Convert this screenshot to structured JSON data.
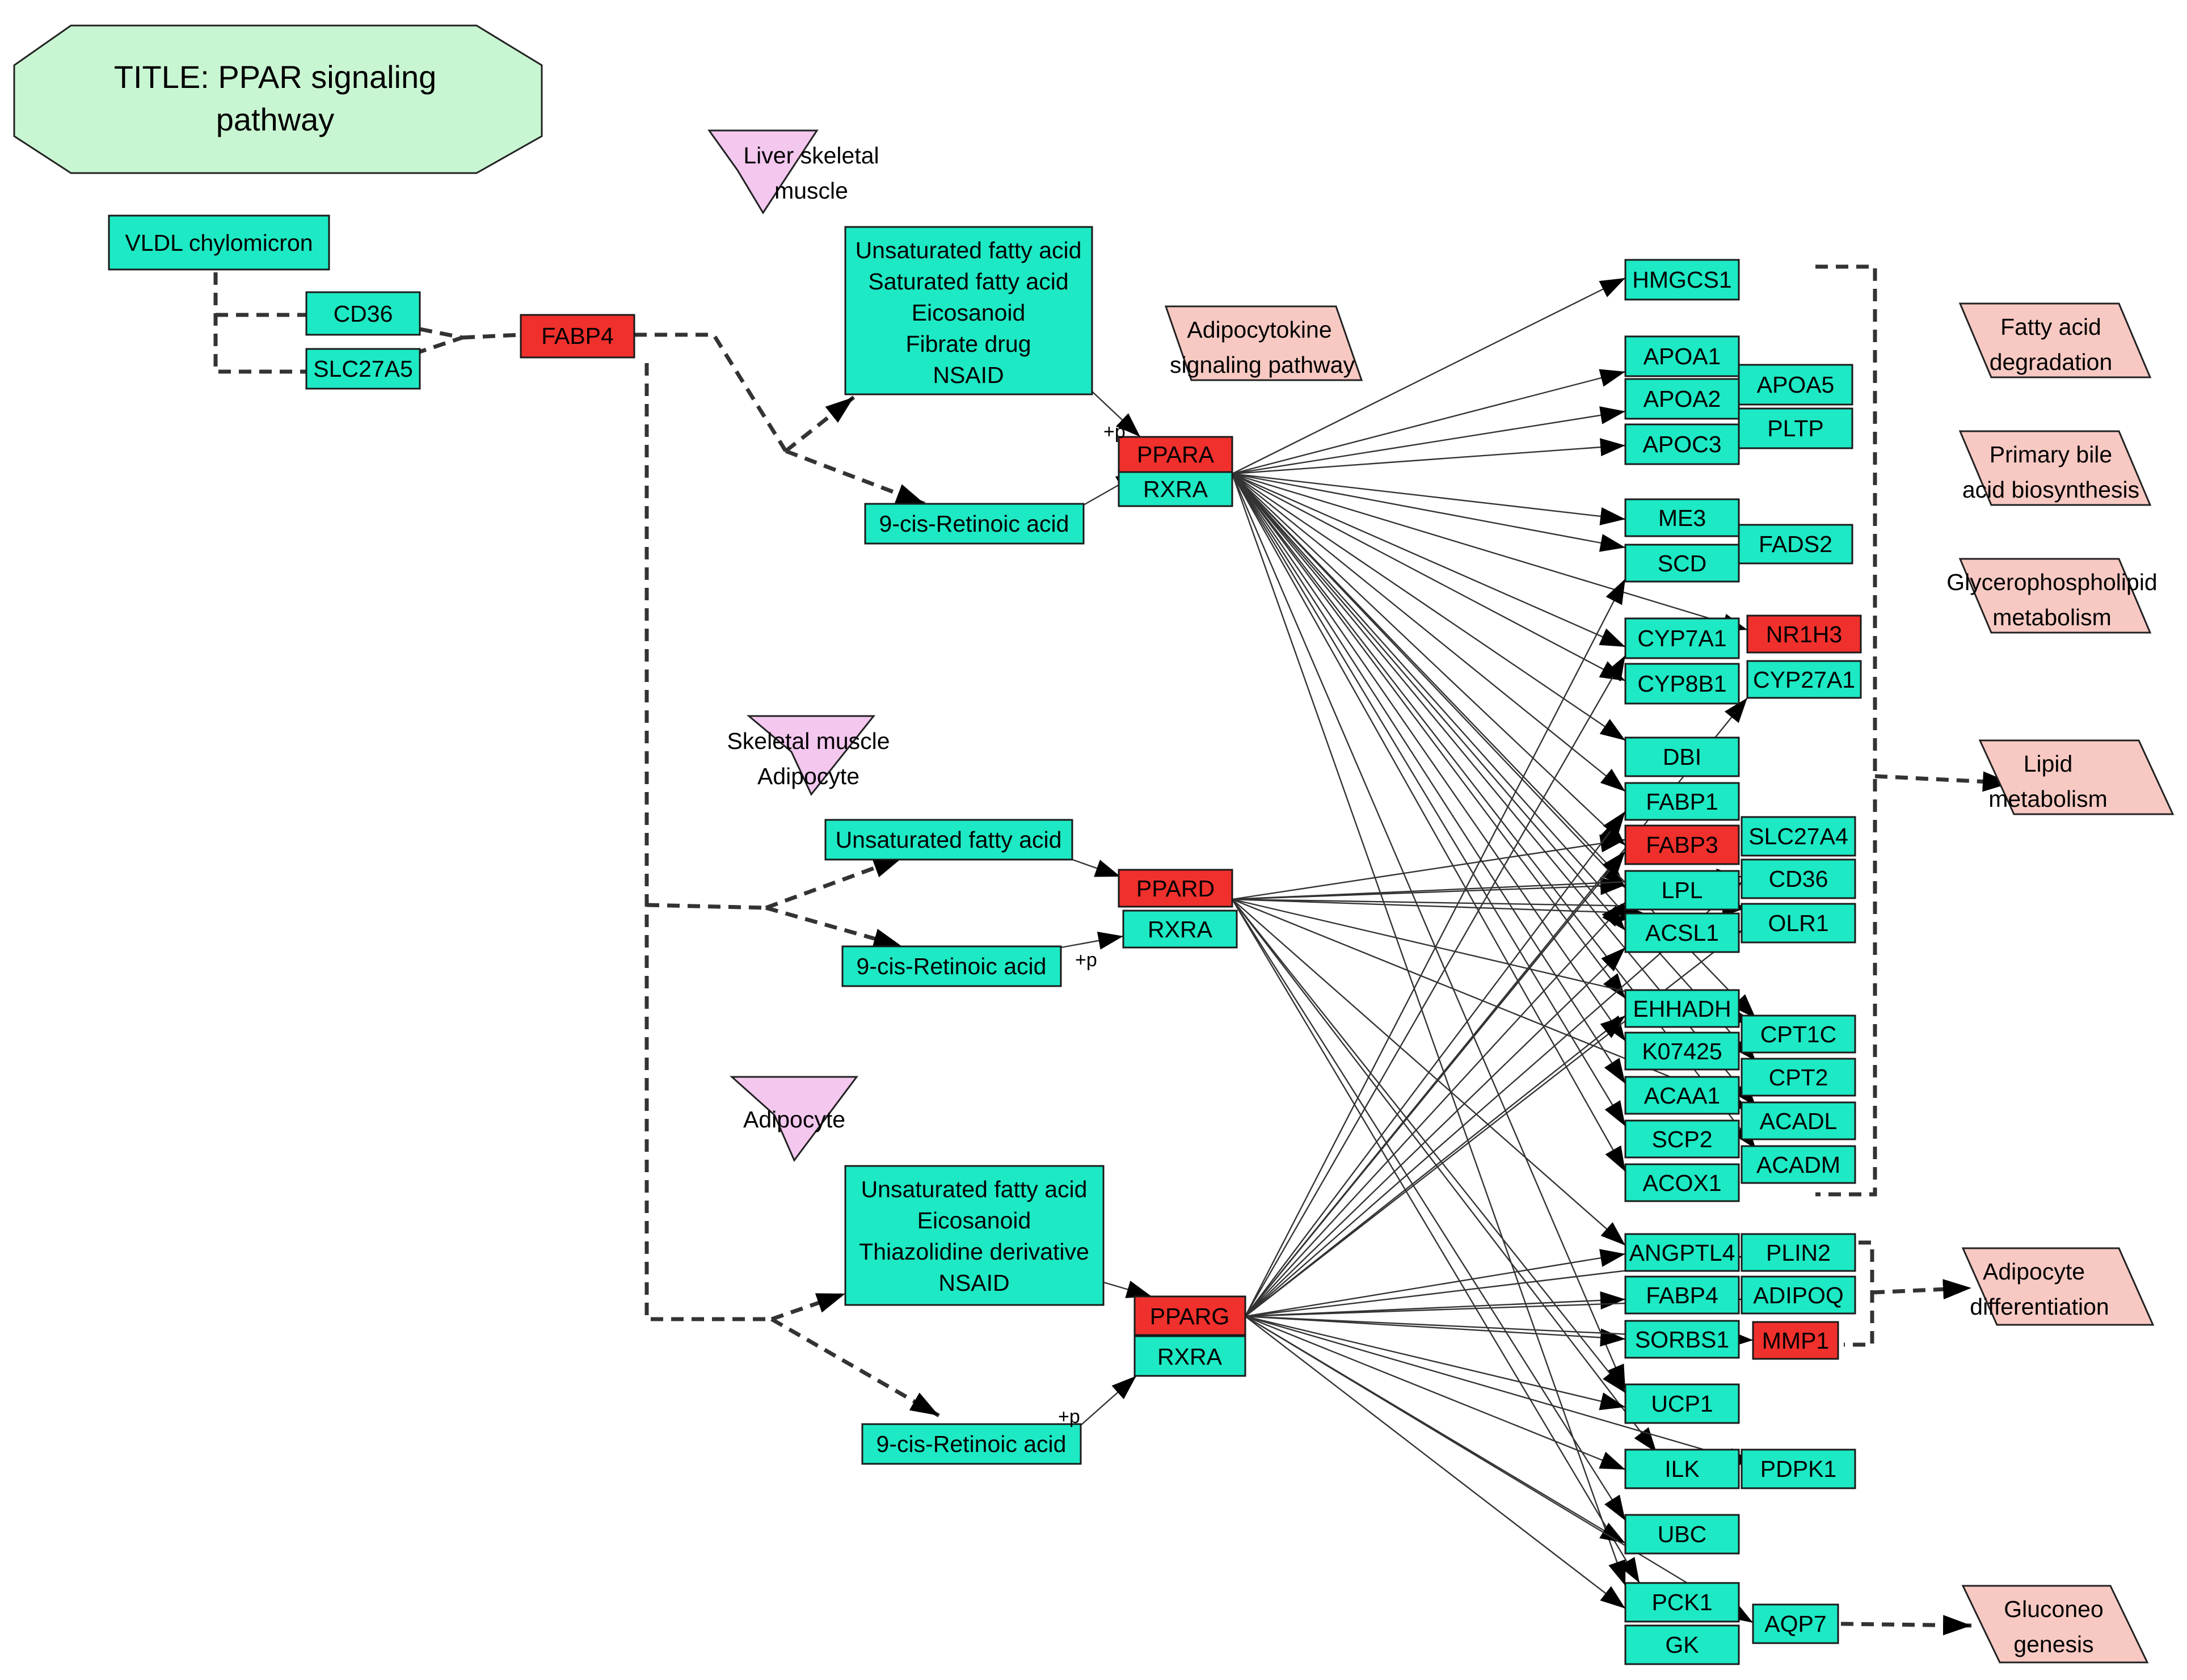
{
  "title": {
    "line1": "TITLE: PPAR signaling",
    "line2": "pathway"
  },
  "colors": {
    "gene": "#1de9c4",
    "highlight": "#f0302c",
    "tissue": "#f4c7ef",
    "pathway": "#f8c9c3",
    "title_fill": "#c8f6d2",
    "edge": "#333333"
  },
  "tissues": {
    "liver": {
      "line1": "Liver skeletal",
      "line2": "muscle"
    },
    "skeletal": {
      "line1": "Skeletal muscle",
      "line2": "Adipocyte"
    },
    "adipocyte": {
      "line1": "Adipocyte"
    }
  },
  "ligands": {
    "ppara": [
      "Unsaturated fatty acid",
      "Saturated fatty acid",
      "Eicosanoid",
      "Fibrate drug",
      "NSAID"
    ],
    "ppard": "Unsaturated fatty acid",
    "pparg": [
      "Unsaturated fatty acid",
      "Eicosanoid",
      "Thiazolidine derivative",
      "NSAID"
    ]
  },
  "modifiers": {
    "p1": "+p",
    "p2": "+p",
    "p3": "+p"
  },
  "genes": {
    "vldl": "VLDL chylomicron",
    "cd36_top": "CD36",
    "slc27a5": "SLC27A5",
    "fabp4_top": "FABP4",
    "ra1": "9-cis-Retinoic acid",
    "ra2": "9-cis-Retinoic acid",
    "ra3": "9-cis-Retinoic acid",
    "ppara": "PPARA",
    "rxra1": "RXRA",
    "ppard": "PPARD",
    "rxra2": "RXRA",
    "pparg": "PPARG",
    "rxra3": "RXRA",
    "hmgcs1": "HMGCS1",
    "apoa1": "APOA1",
    "apoa2": "APOA2",
    "apoc3": "APOC3",
    "apoa5": "APOA5",
    "pltp": "PLTP",
    "me3": "ME3",
    "scd": "SCD",
    "fads2": "FADS2",
    "cyp7a1": "CYP7A1",
    "nr1h3": "NR1H3",
    "cyp8b1": "CYP8B1",
    "cyp27a1": "CYP27A1",
    "dbi": "DBI",
    "fabp1": "FABP1",
    "fabp3": "FABP3",
    "slc27a4": "SLC27A4",
    "lpl": "LPL",
    "cd36": "CD36",
    "acsl1": "ACSL1",
    "olr1": "OLR1",
    "ehhadh": "EHHADH",
    "k07425": "K07425",
    "cpt1c": "CPT1C",
    "acaa1": "ACAA1",
    "cpt2": "CPT2",
    "scp2": "SCP2",
    "acadl": "ACADL",
    "acox1": "ACOX1",
    "acadm": "ACADM",
    "angptl4": "ANGPTL4",
    "plin2": "PLIN2",
    "fabp4": "FABP4",
    "adipoq": "ADIPOQ",
    "sorbs1": "SORBS1",
    "mmp1": "MMP1",
    "ucp1": "UCP1",
    "ilk": "ILK",
    "pdpk1": "PDPK1",
    "ubc": "UBC",
    "pck1": "PCK1",
    "aqp7": "AQP7",
    "gk": "GK"
  },
  "pathways": {
    "adipocytokine": {
      "line1": "Adipocytokine",
      "line2": "signaling pathway"
    },
    "fatty": {
      "line1": "Fatty acid",
      "line2": "degradation"
    },
    "bile": {
      "line1": "Primary bile",
      "line2": "acid biosynthesis"
    },
    "glycero": {
      "line1": "Glycerophospholipid",
      "line2": "metabolism"
    },
    "lipid": {
      "line1": "Lipid",
      "line2": "metabolism"
    },
    "adipodiff": {
      "line1": "Adipocyte",
      "line2": "differentiation"
    },
    "gluco": {
      "line1": "Gluconeo",
      "line2": "genesis"
    }
  }
}
